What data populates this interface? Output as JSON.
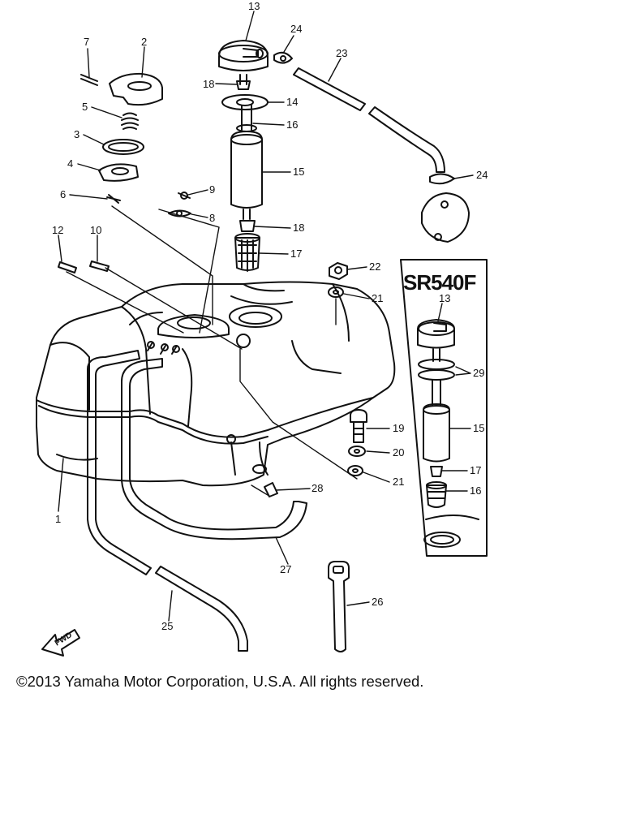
{
  "inset": {
    "title": "SR540F"
  },
  "fwd_label": "FWD",
  "callouts": {
    "c1": "1",
    "c2": "2",
    "c3": "3",
    "c4": "4",
    "c5": "5",
    "c6": "6",
    "c7": "7",
    "c8": "8",
    "c9": "9",
    "c10": "10",
    "c12": "12",
    "c13": "13",
    "c14": "14",
    "c15": "15",
    "c16": "16",
    "c17": "17",
    "c18a": "18",
    "c18b": "18",
    "c19": "19",
    "c20": "20",
    "c21a": "21",
    "c21b": "21",
    "c22": "22",
    "c23": "23",
    "c24a": "24",
    "c24b": "24",
    "c25": "25",
    "c26": "26",
    "c27": "27",
    "c28": "28",
    "i13": "13",
    "i29": "29",
    "i15": "15",
    "i17": "17",
    "i16": "16"
  },
  "copyright": "©2013 Yamaha Motor Corporation, U.S.A. All rights reserved."
}
